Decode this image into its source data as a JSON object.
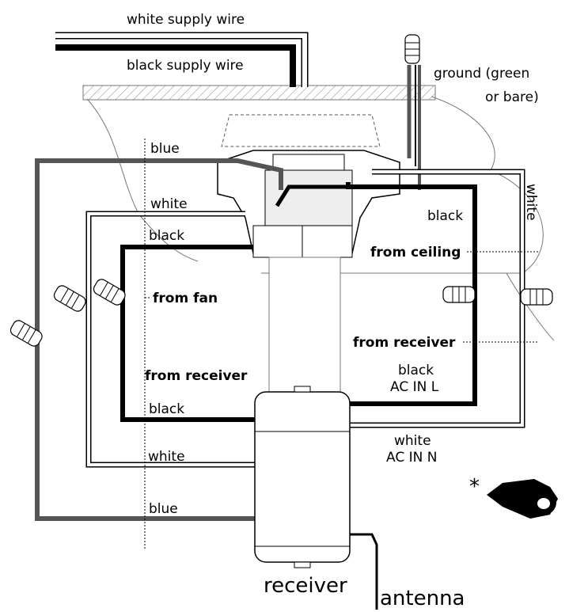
{
  "labels": {
    "white_supply_wire": "white supply wire",
    "black_supply_wire": "black supply wire",
    "ground_line1": "ground (green",
    "ground_line2": "or bare)",
    "blue_top": "blue",
    "white_left": "white",
    "black_left": "black",
    "from_fan": "from fan",
    "white_right": "white",
    "black_right": "black",
    "from_ceiling": "from ceiling",
    "from_receiver_right": "from receiver",
    "black_ac_line1": "black",
    "black_ac_line2": "AC IN L",
    "from_receiver_left": "from receiver",
    "black_bottom_left": "black",
    "white_ac_line1": "white",
    "white_ac_line2": "AC IN N",
    "white_bottom_left": "white",
    "blue_bottom": "blue",
    "receiver": "receiver",
    "antenna": "antenna",
    "asterisk": "*"
  },
  "colors": {
    "black_wire": "#000000",
    "blue_wire": "#555555",
    "white_wire": "#ffffff",
    "outline": "#000000",
    "ceiling_hatch": "#888888"
  },
  "icons": {
    "wire_nut": "wire-nut-icon",
    "electrical_tape": "electrical-tape-icon"
  }
}
